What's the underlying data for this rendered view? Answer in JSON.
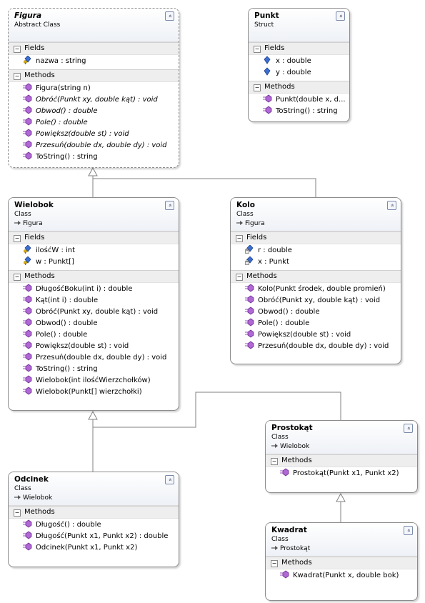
{
  "classes": [
    {
      "id": "figura",
      "name": "Figura",
      "kind": "Abstract Class",
      "base": "",
      "abstract": true,
      "sections": [
        {
          "title": "Fields",
          "members": [
            {
              "icon": "protected-field-icon",
              "text": "nazwa : string"
            }
          ]
        },
        {
          "title": "Methods",
          "members": [
            {
              "icon": "method-icon",
              "text": "Figura(string n)"
            },
            {
              "icon": "method-icon",
              "text": "Obróć(Punkt xy, double kąt) : void",
              "italic": true
            },
            {
              "icon": "method-icon",
              "text": "Obwod() : double",
              "italic": true
            },
            {
              "icon": "method-icon",
              "text": "Pole() : double",
              "italic": true
            },
            {
              "icon": "method-icon",
              "text": "Powiększ(double st) : void",
              "italic": true
            },
            {
              "icon": "method-icon",
              "text": "Przesuń(double dx, double dy) : void",
              "italic": true
            },
            {
              "icon": "method-icon",
              "text": "ToString() : string"
            }
          ]
        }
      ]
    },
    {
      "id": "punkt",
      "name": "Punkt",
      "kind": "Struct",
      "base": "",
      "sections": [
        {
          "title": "Fields",
          "members": [
            {
              "icon": "public-field-icon",
              "text": "x : double"
            },
            {
              "icon": "public-field-icon",
              "text": "y : double"
            }
          ]
        },
        {
          "title": "Methods",
          "members": [
            {
              "icon": "method-icon",
              "text": "Punkt(double x, d..."
            },
            {
              "icon": "method-icon",
              "text": "ToString() : string"
            }
          ]
        }
      ]
    },
    {
      "id": "wielobok",
      "name": "Wielobok",
      "kind": "Class",
      "base": "Figura",
      "sections": [
        {
          "title": "Fields",
          "members": [
            {
              "icon": "protected-field-icon",
              "text": "ilośćW : int"
            },
            {
              "icon": "protected-field-icon",
              "text": "w : Punkt[]"
            }
          ]
        },
        {
          "title": "Methods",
          "members": [
            {
              "icon": "method-icon",
              "text": "DługośćBoku(int i) : double"
            },
            {
              "icon": "method-icon",
              "text": "Kąt(int i) : double"
            },
            {
              "icon": "method-icon",
              "text": "Obróć(Punkt xy, double kąt) : void"
            },
            {
              "icon": "method-icon",
              "text": "Obwod() : double"
            },
            {
              "icon": "method-icon",
              "text": "Pole() : double"
            },
            {
              "icon": "method-icon",
              "text": "Powiększ(double st) : void"
            },
            {
              "icon": "method-icon",
              "text": "Przesuń(double dx, double dy) : void"
            },
            {
              "icon": "method-icon",
              "text": "ToString() : string"
            },
            {
              "icon": "method-icon",
              "text": "Wielobok(int ilośćWierzchołków)"
            },
            {
              "icon": "method-icon",
              "text": "Wielobok(Punkt[] wierzchołki)"
            }
          ]
        }
      ]
    },
    {
      "id": "kolo",
      "name": "Kolo",
      "kind": "Class",
      "base": "Figura",
      "sections": [
        {
          "title": "Fields",
          "members": [
            {
              "icon": "private-field-icon",
              "text": "r : double"
            },
            {
              "icon": "private-field-icon",
              "text": "x : Punkt"
            }
          ]
        },
        {
          "title": "Methods",
          "members": [
            {
              "icon": "method-icon",
              "text": "Kolo(Punkt środek, double promień)"
            },
            {
              "icon": "method-icon",
              "text": "Obróć(Punkt xy, double kąt) : void"
            },
            {
              "icon": "method-icon",
              "text": "Obwod() : double"
            },
            {
              "icon": "method-icon",
              "text": "Pole() : double"
            },
            {
              "icon": "method-icon",
              "text": "Powiększ(double st) : void"
            },
            {
              "icon": "method-icon",
              "text": "Przesuń(double dx, double dy) : void"
            }
          ]
        }
      ]
    },
    {
      "id": "prostokat",
      "name": "Prostokąt",
      "kind": "Class",
      "base": "Wielobok",
      "sections": [
        {
          "title": "Methods",
          "members": [
            {
              "icon": "method-icon",
              "text": "Prostokąt(Punkt x1, Punkt x2)"
            }
          ]
        }
      ]
    },
    {
      "id": "odcinek",
      "name": "Odcinek",
      "kind": "Class",
      "base": "Wielobok",
      "sections": [
        {
          "title": "Methods",
          "members": [
            {
              "icon": "method-icon",
              "text": "Długość() : double"
            },
            {
              "icon": "method-icon",
              "text": "Długość(Punkt x1, Punkt x2) : double"
            },
            {
              "icon": "method-icon",
              "text": "Odcinek(Punkt x1, Punkt x2)"
            }
          ]
        }
      ]
    },
    {
      "id": "kwadrat",
      "name": "Kwadrat",
      "kind": "Class",
      "base": "Prostokąt",
      "sections": [
        {
          "title": "Methods",
          "members": [
            {
              "icon": "method-icon",
              "text": "Kwadrat(Punkt x, double bok)"
            }
          ]
        }
      ]
    }
  ],
  "inheritance": [
    {
      "child": "wielobok",
      "parent": "figura"
    },
    {
      "child": "kolo",
      "parent": "figura"
    },
    {
      "child": "odcinek",
      "parent": "wielobok"
    },
    {
      "child": "prostokat",
      "parent": "wielobok"
    },
    {
      "child": "kwadrat",
      "parent": "prostokat"
    }
  ],
  "colors": {
    "border": "#8c8c8c",
    "method": "#9b4fbf",
    "field": "#3c6fd1",
    "key": "#e0b000",
    "line": "#808080"
  }
}
